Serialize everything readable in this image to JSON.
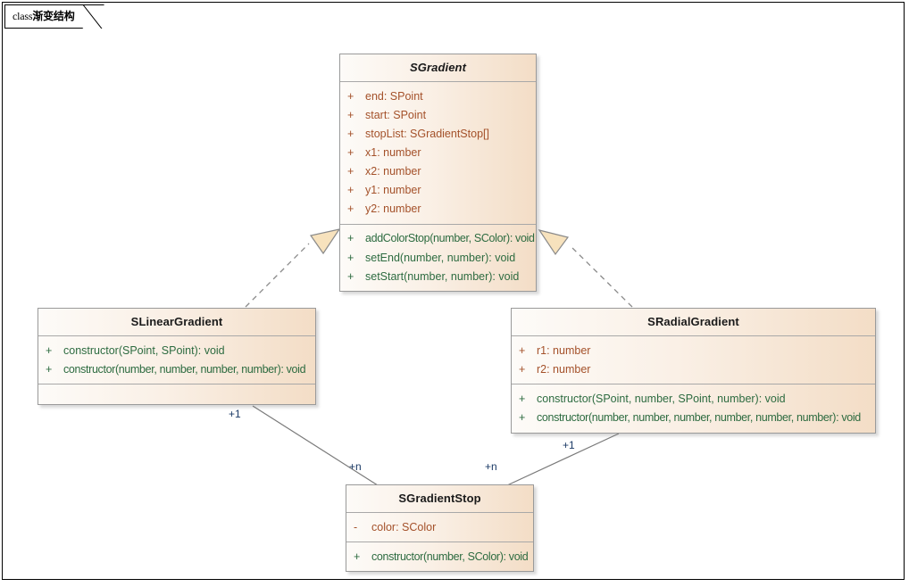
{
  "frame": {
    "keyword": "class",
    "name": "渐变结构"
  },
  "colors": {
    "box_fill_light": "#fdfbf8",
    "box_fill_dark": "#f3ddc6",
    "box_border": "#9a9a9a",
    "attribute_text": "#a4512a",
    "method_text": "#2d6b40",
    "name_text": "#1a1a1a",
    "connector": "#7a7a7a",
    "multiplicity_text": "#1b3a66",
    "frame_border": "#000000",
    "arrowhead_fill": "#f7e2bd",
    "background": "#ffffff"
  },
  "classes": [
    {
      "id": "sgradient",
      "name": "SGradient",
      "abstract": true,
      "attributes": [
        {
          "visibility": "+",
          "signature": "end: SPoint"
        },
        {
          "visibility": "+",
          "signature": "start: SPoint"
        },
        {
          "visibility": "+",
          "signature": "stopList: SGradientStop[]"
        },
        {
          "visibility": "+",
          "signature": "x1: number"
        },
        {
          "visibility": "+",
          "signature": "x2: number"
        },
        {
          "visibility": "+",
          "signature": "y1: number"
        },
        {
          "visibility": "+",
          "signature": "y2: number"
        }
      ],
      "methods": [
        {
          "visibility": "+",
          "signature": "addColorStop(number, SColor): void"
        },
        {
          "visibility": "+",
          "signature": "setEnd(number, number): void"
        },
        {
          "visibility": "+",
          "signature": "setStart(number, number): void"
        }
      ]
    },
    {
      "id": "slineargradient",
      "name": "SLinearGradient",
      "abstract": false,
      "attributes": [],
      "methods": [
        {
          "visibility": "+",
          "signature": "constructor(SPoint, SPoint): void"
        },
        {
          "visibility": "+",
          "signature": "constructor(number, number, number, number): void"
        }
      ]
    },
    {
      "id": "sradialgradient",
      "name": "SRadialGradient",
      "abstract": false,
      "attributes": [
        {
          "visibility": "+",
          "signature": "r1: number"
        },
        {
          "visibility": "+",
          "signature": "r2: number"
        }
      ],
      "methods": [
        {
          "visibility": "+",
          "signature": "constructor(SPoint, number, SPoint, number): void"
        },
        {
          "visibility": "+",
          "signature": "constructor(number, number, number, number, number, number): void"
        }
      ]
    },
    {
      "id": "sgradientstop",
      "name": "SGradientStop",
      "abstract": false,
      "attributes": [
        {
          "visibility": "-",
          "signature": "color: SColor"
        }
      ],
      "methods": [
        {
          "visibility": "+",
          "signature": "constructor(number, SColor): void"
        }
      ]
    }
  ],
  "relationships": [
    {
      "id": "rel-linear-realizes-gradient",
      "type": "realization",
      "from": "SLinearGradient",
      "to": "SGradient",
      "line": "dashed",
      "arrow": "hollow-triangle"
    },
    {
      "id": "rel-radial-realizes-gradient",
      "type": "realization",
      "from": "SRadialGradient",
      "to": "SGradient",
      "line": "dashed",
      "arrow": "hollow-triangle"
    },
    {
      "id": "rel-linear-has-stops",
      "type": "association",
      "from": "SLinearGradient",
      "to": "SGradientStop",
      "line": "solid",
      "source_multiplicity": "+1",
      "target_multiplicity": "+n"
    },
    {
      "id": "rel-radial-has-stops",
      "type": "association",
      "from": "SRadialGradient",
      "to": "SGradientStop",
      "line": "solid",
      "source_multiplicity": "+1",
      "target_multiplicity": "+n"
    }
  ],
  "multiplicity_labels": {
    "linear_one": "+1",
    "linear_many": "+n",
    "radial_one": "+1",
    "radial_many": "+n"
  }
}
